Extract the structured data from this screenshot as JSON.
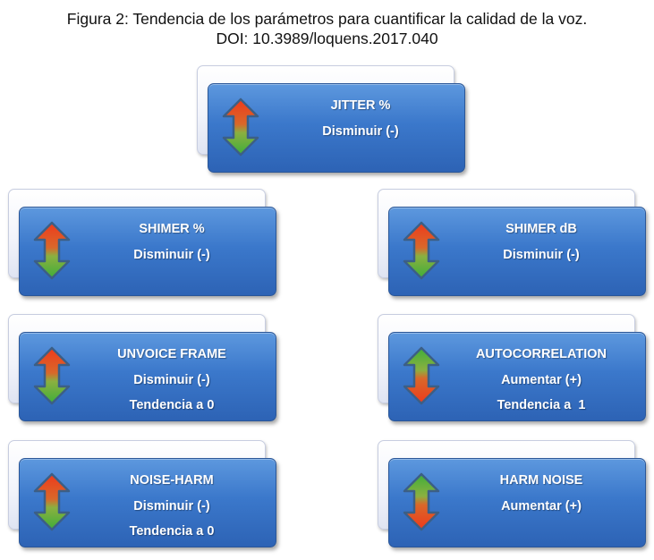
{
  "caption": {
    "line1": "Figura 2: Tendencia de los parámetros para cuantificar la calidad de la voz.",
    "line2": "DOI: 10.3989/loquens.2017.040"
  },
  "colors": {
    "box_blue": "#3b78cb",
    "arrow_red": "#e8321f",
    "arrow_green": "#4caf3a",
    "arrow_outline": "#3c5f86"
  },
  "nodes": {
    "jitter": {
      "title": "JITTER %",
      "trend": "Disminuir (-)",
      "icon": "up-red-down-green-arrow-icon"
    },
    "shimer_pct": {
      "title": "SHIMER %",
      "trend": "Disminuir (-)",
      "icon": "up-red-down-green-arrow-icon"
    },
    "shimer_db": {
      "title": "SHIMER dB",
      "trend": "Disminuir (-)",
      "icon": "up-red-down-green-arrow-icon"
    },
    "unvoice": {
      "title": "UNVOICE FRAME",
      "trend": "Disminuir (-)",
      "extra": "Tendencia a 0",
      "icon": "up-red-down-green-arrow-icon"
    },
    "autocorr": {
      "title": "AUTOCORRELATION",
      "trend": "Aumentar (+)",
      "extra": "Tendencia a  1",
      "icon": "up-green-down-red-arrow-icon"
    },
    "noise_harm": {
      "title": "NOISE-HARM",
      "trend": "Disminuir (-)",
      "extra": "Tendencia a 0",
      "icon": "up-red-down-green-arrow-icon"
    },
    "harm_noise": {
      "title": "HARM NOISE",
      "trend": "Aumentar (+)",
      "icon": "up-green-down-red-arrow-icon"
    }
  }
}
